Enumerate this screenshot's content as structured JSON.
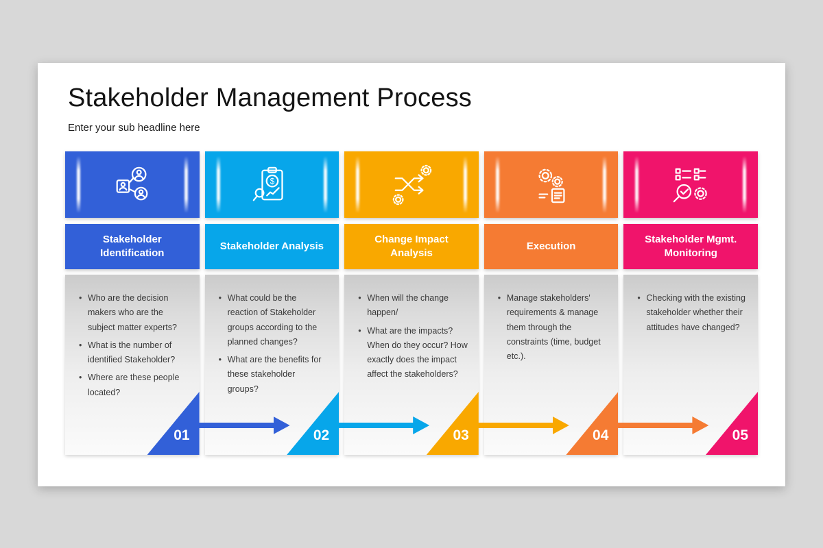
{
  "page": {
    "title": "Stakeholder Management Process",
    "subtitle": "Enter your sub headline here"
  },
  "columns": [
    {
      "number": "01",
      "title": "Stakeholder Identification",
      "color": "#3260d8",
      "icon": "stakeholder-network-icon",
      "bullets": [
        "Who are the decision makers who are the subject matter experts?",
        "What is the number of identified Stakeholder?",
        "Where are these people located?"
      ]
    },
    {
      "number": "02",
      "title": "Stakeholder Analysis",
      "color": "#07a6ea",
      "icon": "analysis-clipboard-icon",
      "bullets": [
        "What could be the reaction of Stakeholder groups according to the planned changes?",
        "What are the benefits for these stakeholder groups?"
      ]
    },
    {
      "number": "03",
      "title": "Change Impact Analysis",
      "color": "#f9a800",
      "icon": "change-impact-arrows-icon",
      "bullets": [
        "When will the change happen/",
        "What are the impacts? When do they occur? How exactly does the impact affect the stakeholders?"
      ]
    },
    {
      "number": "04",
      "title": "Execution",
      "color": "#f57b33",
      "icon": "execution-gears-icon",
      "bullets": [
        "Manage stakeholders' requirements & manage them through the constraints (time, budget etc.)."
      ]
    },
    {
      "number": "05",
      "title": "Stakeholder Mgmt. Monitoring",
      "color": "#f0146b",
      "icon": "monitoring-search-icon",
      "bullets": [
        "Checking with the existing stakeholder whether their attitudes have changed?"
      ]
    }
  ]
}
